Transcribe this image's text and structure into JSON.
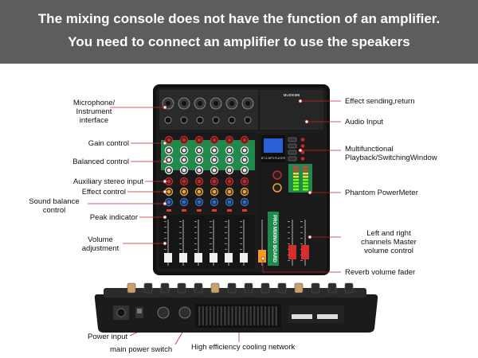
{
  "banner": {
    "line1": "The mixing console does not have the function of an amplifier.",
    "line2": "You need to connect an amplifier to use the speakers"
  },
  "device": {
    "brand": "MUZIKMB",
    "model_badge": "PRO MIXING BOARD",
    "player_label": "BT & MP3 PLAYER"
  },
  "callouts": {
    "mic_line1": "Microphone/",
    "mic_line2": "Instrument",
    "mic_line3": "interface",
    "gain": "Gain control",
    "balanced": "Balanced control",
    "aux_stereo": "Auxiliary stereo input",
    "effect_control": "Effect control",
    "sound_balance_line1": "Sound balance",
    "sound_balance_line2": "control",
    "peak": "Peak indicator",
    "volume_line1": "Volume",
    "volume_line2": "adjustment",
    "effect_send": "Effect sending,return",
    "audio_input": "Audio Input",
    "multi_line1": "Multifunctional",
    "multi_line2": "Playback/SwitchingWindow",
    "phantom": "Phantom PowerMeter",
    "lr_line1": "Left and right",
    "lr_line2": "channels Master",
    "lr_line3": "volume control",
    "reverb": "Reverb volume fader",
    "power_input": "Power input",
    "power_switch": "main power switch",
    "cooling": "High efficiency cooling network"
  },
  "colors": {
    "banner_bg": "#5d5d5d",
    "panel_green": "#1f8a4c",
    "panel_body": "#1c1c1c",
    "knob_red": "#c62828",
    "knob_orange": "#e8a33a",
    "knob_blue": "#2f6fc9",
    "fader_red": "#d32f2f",
    "lcd_blue": "#2a5fd6",
    "callout_line": "#c0282c"
  }
}
